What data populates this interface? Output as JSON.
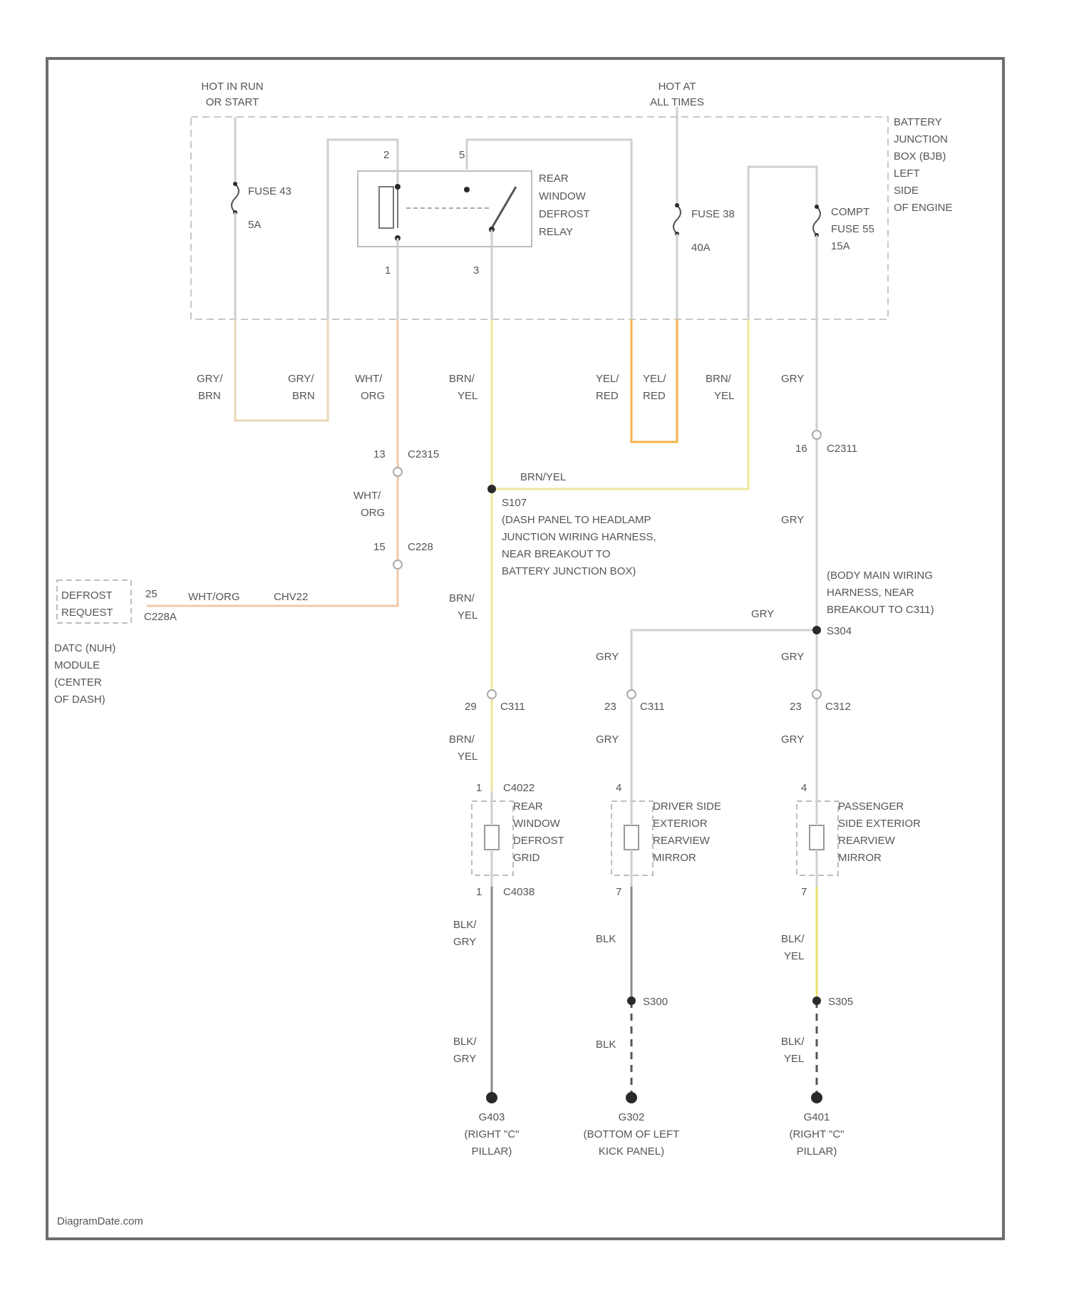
{
  "power": {
    "run_start": [
      "HOT IN RUN",
      "OR START"
    ],
    "all_times": [
      "HOT AT",
      "ALL TIMES"
    ]
  },
  "junction_box": [
    "BATTERY",
    "JUNCTION",
    "BOX (BJB)",
    "LEFT",
    "SIDE",
    "OF ENGINE"
  ],
  "fuses": {
    "f43": [
      "FUSE 43",
      "5A"
    ],
    "f38": [
      "FUSE 38",
      "40A"
    ],
    "f55": [
      "COMPT",
      "FUSE 55",
      "15A"
    ]
  },
  "relay": {
    "label": [
      "REAR",
      "WINDOW",
      "DEFROST",
      "RELAY"
    ],
    "pins": [
      "2",
      "5",
      "1",
      "3"
    ]
  },
  "wires": {
    "gry_brn_1": [
      "GRY/",
      "BRN"
    ],
    "gry_brn_2": [
      "GRY/",
      "BRN"
    ],
    "wht_org": [
      "WHT/",
      "ORG"
    ],
    "brn_yel_1": [
      "BRN/",
      "YEL"
    ],
    "yel_red_1": [
      "YEL/",
      "RED"
    ],
    "yel_red_2": [
      "YEL/",
      "RED"
    ],
    "brn_yel_2": [
      "BRN/",
      "YEL"
    ],
    "gry_top": "GRY",
    "brn_yel_h": "BRN/YEL",
    "wht_org_2": [
      "WHT/",
      "ORG"
    ],
    "gry_mid": "GRY",
    "brn_yel_3": [
      "BRN/",
      "YEL"
    ],
    "wht_org_h": "WHT/ORG",
    "circuit": "CHV22",
    "gry_h": "GRY",
    "gry_a": "GRY",
    "gry_b": "GRY",
    "brn_yel_4": [
      "BRN/",
      "YEL"
    ],
    "gry_c": "GRY",
    "gry_d": "GRY",
    "blk_gry_1": [
      "BLK/",
      "GRY"
    ],
    "blk_1": "BLK",
    "blk_yel_1": [
      "BLK/",
      "YEL"
    ],
    "blk_gry_2": [
      "BLK/",
      "GRY"
    ],
    "blk_2": "BLK",
    "blk_yel_2": [
      "BLK/",
      "YEL"
    ]
  },
  "connectors": {
    "c2315": [
      "13",
      "C2315"
    ],
    "c228": [
      "15",
      "C228"
    ],
    "c2311_a": [
      "16",
      "C2311"
    ],
    "c228a": [
      "25",
      "C228A"
    ],
    "c311_a": [
      "29",
      "C311"
    ],
    "c311_b": [
      "23",
      "C311"
    ],
    "c312": [
      "23",
      "C312"
    ],
    "c4022": [
      "1",
      "C4022"
    ],
    "c4038": [
      "1",
      "C4038"
    ],
    "pin4_a": "4",
    "pin7_a": "7",
    "pin4_b": "4",
    "pin7_b": "7"
  },
  "splices": {
    "s107": [
      "S107",
      "(DASH PANEL TO HEADLAMP",
      "JUNCTION WIRING HARNESS,",
      "NEAR BREAKOUT TO",
      "BATTERY JUNCTION BOX)"
    ],
    "s304": [
      "(BODY MAIN WIRING",
      "HARNESS, NEAR",
      "BREAKOUT TO C311)",
      "S304"
    ],
    "s300": "S300",
    "s305": "S305"
  },
  "module": {
    "box": [
      "DEFROST",
      "REQUEST"
    ],
    "label": [
      "DATC (NUH)",
      "MODULE",
      "(CENTER",
      "OF DASH)"
    ]
  },
  "loads": {
    "grid": [
      "REAR",
      "WINDOW",
      "DEFROST",
      "GRID"
    ],
    "driver": [
      "DRIVER SIDE",
      "EXTERIOR",
      "REARVIEW",
      "MIRROR"
    ],
    "pass": [
      "PASSENGER",
      "SIDE EXTERIOR",
      "REARVIEW",
      "MIRROR"
    ]
  },
  "grounds": {
    "g403": [
      "G403",
      "(RIGHT \"C\"",
      "PILLAR)"
    ],
    "g302": [
      "G302",
      "(BOTTOM OF LEFT",
      "KICK PANEL)"
    ],
    "g401": [
      "G401",
      "(RIGHT \"C\"",
      "PILLAR)"
    ]
  },
  "footer": "DiagramDate.com"
}
